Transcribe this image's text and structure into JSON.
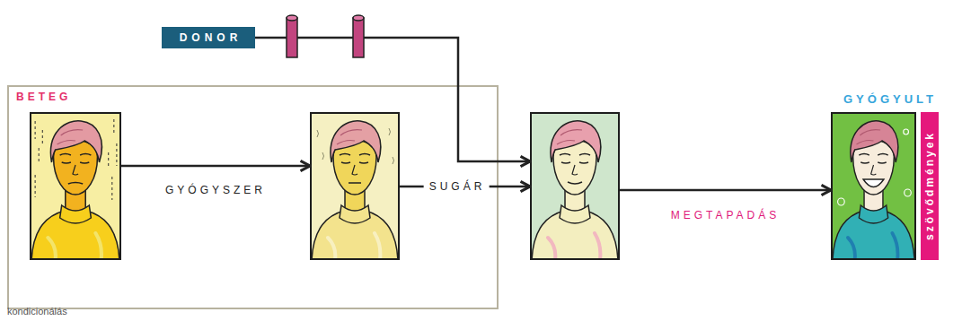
{
  "diagram": {
    "nodes": [
      {
        "text": [
          "DONOR"
        ]
      },
      {
        "text": [
          "BETEG"
        ]
      },
      {
        "text": [],
        "in": 1
      },
      {
        "text": [],
        "in": 1
      },
      {
        "text": []
      },
      {
        "text": [
          "GYÓGYULT"
        ]
      },
      {
        "text": [
          "szövődmények"
        ]
      }
    ],
    "edges": [
      {
        "from": 2,
        "to": 3,
        "label": "GYÓGYSZER",
        "arrow": "to"
      },
      {
        "from": 3,
        "to": 4,
        "label": "SUGÁR",
        "arrow": "to"
      },
      {
        "from": 0,
        "to": 4,
        "arrow": "to"
      },
      {
        "from": 4,
        "to": 5,
        "label": "MEGTAPADÁS",
        "arrow": "to"
      }
    ],
    "labels": [
      "kondicionálás"
    ]
  }
}
